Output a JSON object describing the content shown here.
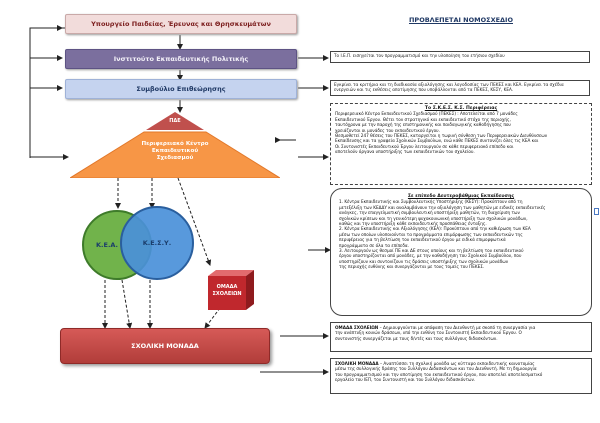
{
  "left": {
    "ministry": "Υπουργείο Παιδείας, Έρευνας και Θρησκευμάτων",
    "institute": "Ινστιτούτο Εκπαιδευτικής Πολιτικής",
    "advisors": "Συμβούλιο Επιθεώρησης",
    "pyramid_top": "ΠΔΕ",
    "pyramid_body": [
      "Περιφερειακό Κέντρο",
      "Εκπαιδευτικού",
      "Σχεδιασμού"
    ],
    "circle_a": "Κ.Ε.Α.",
    "circle_b": "Κ.Ε.Σ.Υ.",
    "group_cube": [
      "ΟΜΑΔΑ",
      "ΣΧΟΛΕΙΩΝ"
    ],
    "school_unit": "ΣΧΟΛΙΚΗ ΜΟΝΑΔΑ"
  },
  "right": {
    "title": "ΠΡΟΒΛΕΠΕΤΑΙ ΝΟΜΟΣΧΕΔΙΟ",
    "box1": "Το Ι.Ε.Π. εισηγείται τον προγραμματισμό και την υλοποίηση του ετήσιου σχεδίου",
    "box2": [
      "Εγκρίνει τα κριτήρια και τη διαδικασία αξιολόγησης και λογοδοσίας των ΠΕΚΕΣ και ΚΕΑ. Εγκρίνει τα σχέδια",
      "ενεργειών και τις εκθέσεις αποτίμησης που υποβάλλονται από τα ΠΕΚΕΣ, ΚΕΣΥ, ΚΕΑ."
    ],
    "section1_title": "Το Σ.Κ.Ε.Σ. Κ.Σ. Περιφέρειας",
    "section1_lines": [
      "Περιφερειακό Κέντρο Εκπαιδευτικού Σχεδιασμού (ΠΕΚΕΣ) : Αποτελείται από 7 μονάδες",
      "Εκπαιδευτικού Έργου. Θέτει τον στρατηγικό και εκπαιδευτικό στόχο της περιοχής,",
      "ταυτόχρονα με την παροχή της επιστημονικής και παιδαγωγικής καθοδήγησης που",
      "χρειάζονται οι μονάδες του εκπαιδευτικού έργου.",
      "Θεσμοθετεί 247 θέσεις του ΠΕΚΕΣ, καταργείται η τωρινή σύνθεση των Περιφερειακών Διευθύνσεων",
      "Εκπαίδευσης και τα γραφεία Σχολικών Συμβούλων, ενώ κάθε ΠΕΚΕΣ συντονίζει όλες τις ΚΕΑ και",
      "Οι Συντονιστές Εκπαιδευτικού Έργου λειτουργούν σε κάθε περιφερειακό επίπεδο και",
      "αποτελούν όργανα υποστήριξης των εκπαιδευτικών του σχολείου."
    ],
    "section2_title": "Σε επίπεδο Δευτεροβάθμιας Εκπαίδευσης",
    "section2_lines": [
      "1. Κέντρα Εκπαιδευτικής και Συμβουλευτικής Υποστήριξης (ΚΕΣΥ): Προκύπτουν από τη",
      "μετεξέλιξη των ΚΕΔΔΥ και αναλαμβάνουν την αξιολόγηση των μαθητών με ειδικές εκπαιδευτικές",
      "ανάγκες, την επαγγελματική συμβουλευτική υποστήριξη μαθητών, τη διαχείριση των",
      "σχολικών κρίσεων και τη γενικότερη ψυχοκοινωνική υποστήριξη των σχολικών μονάδων,",
      "καθώς και την υποστήριξη κάθε εκπαιδευτικής προσπάθειας ένταξης.",
      "2. Κέντρα Εκπαιδευτικής και Αξιολόγησης (ΚΕΑ): Προκύπτουν από την καθιέρωση των ΚΕΑ",
      "μέσω των οποίων υλοποιούνται τα προγράμματα επιμόρφωσης των εκπαιδευτικών της",
      "περιφέρειας για τη βελτίωση του εκπαιδευτικού έργου με ειδικά επιμορφωτικά",
      "προγράμματα σε όλα τα επίπεδα.",
      "3. Λειτουργούν ως θεσμοί ΠΕ και ΔΕ στους οποίους και τη βελτίωση του εκπαιδευτικού",
      "έργου υποστηρίζονται από μονάδες, με την καθοδήγηση του Σχολικού Συμβούλου, που",
      "υποστηρίζουν και συντονίζουν τις δράσεις υποστήριξης των σχολικών μονάδων",
      "της περιοχής ευθύνης και συνεργάζονται με τους τομείς του ΠΕΚΕΣ."
    ],
    "box_group_label": "ΟΜΑΔΑ ΣΧΟΛΕΙΩΝ",
    "box_group_text": [
      "– Δημιουργούνται με απόφαση του Διευθυντή με σκοπό τη συνεργασία για",
      "την ανάπτυξη κοινών δράσεων, υπό την ευθύνη του Συντονιστή Εκπαιδευτικού Έργου. Ο",
      "συντονιστής συνεργάζεται με τους δ/ντές και τους συλλόγους διδασκόντων."
    ],
    "box_school_label": "ΣΧΟΛΙΚΗ ΜΟΝΑΔΑ",
    "box_school_text": [
      "– Αναπτύσσει τη σχολική μονάδα ως κύτταρο εκπαιδευτικής καινοτομίας",
      "μέσω της συλλογικής δράσης του Συλλόγου Διδασκόντων και του Διευθυντή. Με τη δημιουργία",
      "του προγραμματισμού και την αποτίμηση του εκπαιδευτικού έργου, που αποτελεί αποτελεσματικό",
      "εργαλείο του ΙΕΠ, του Συντονιστή και του Συλλόγου διδασκόντων."
    ]
  },
  "colors": {
    "ministry_fill": "#f2dcdb",
    "institute_fill": "#7b6f9e",
    "advisors_fill": "#c5d3ef",
    "pyramid_top": "#c0504d",
    "pyramid_body": "#f79646",
    "circle_a": "#71b34b",
    "circle_b": "#4a90d9",
    "cube": "#c0282d",
    "school": "#c0504d"
  }
}
